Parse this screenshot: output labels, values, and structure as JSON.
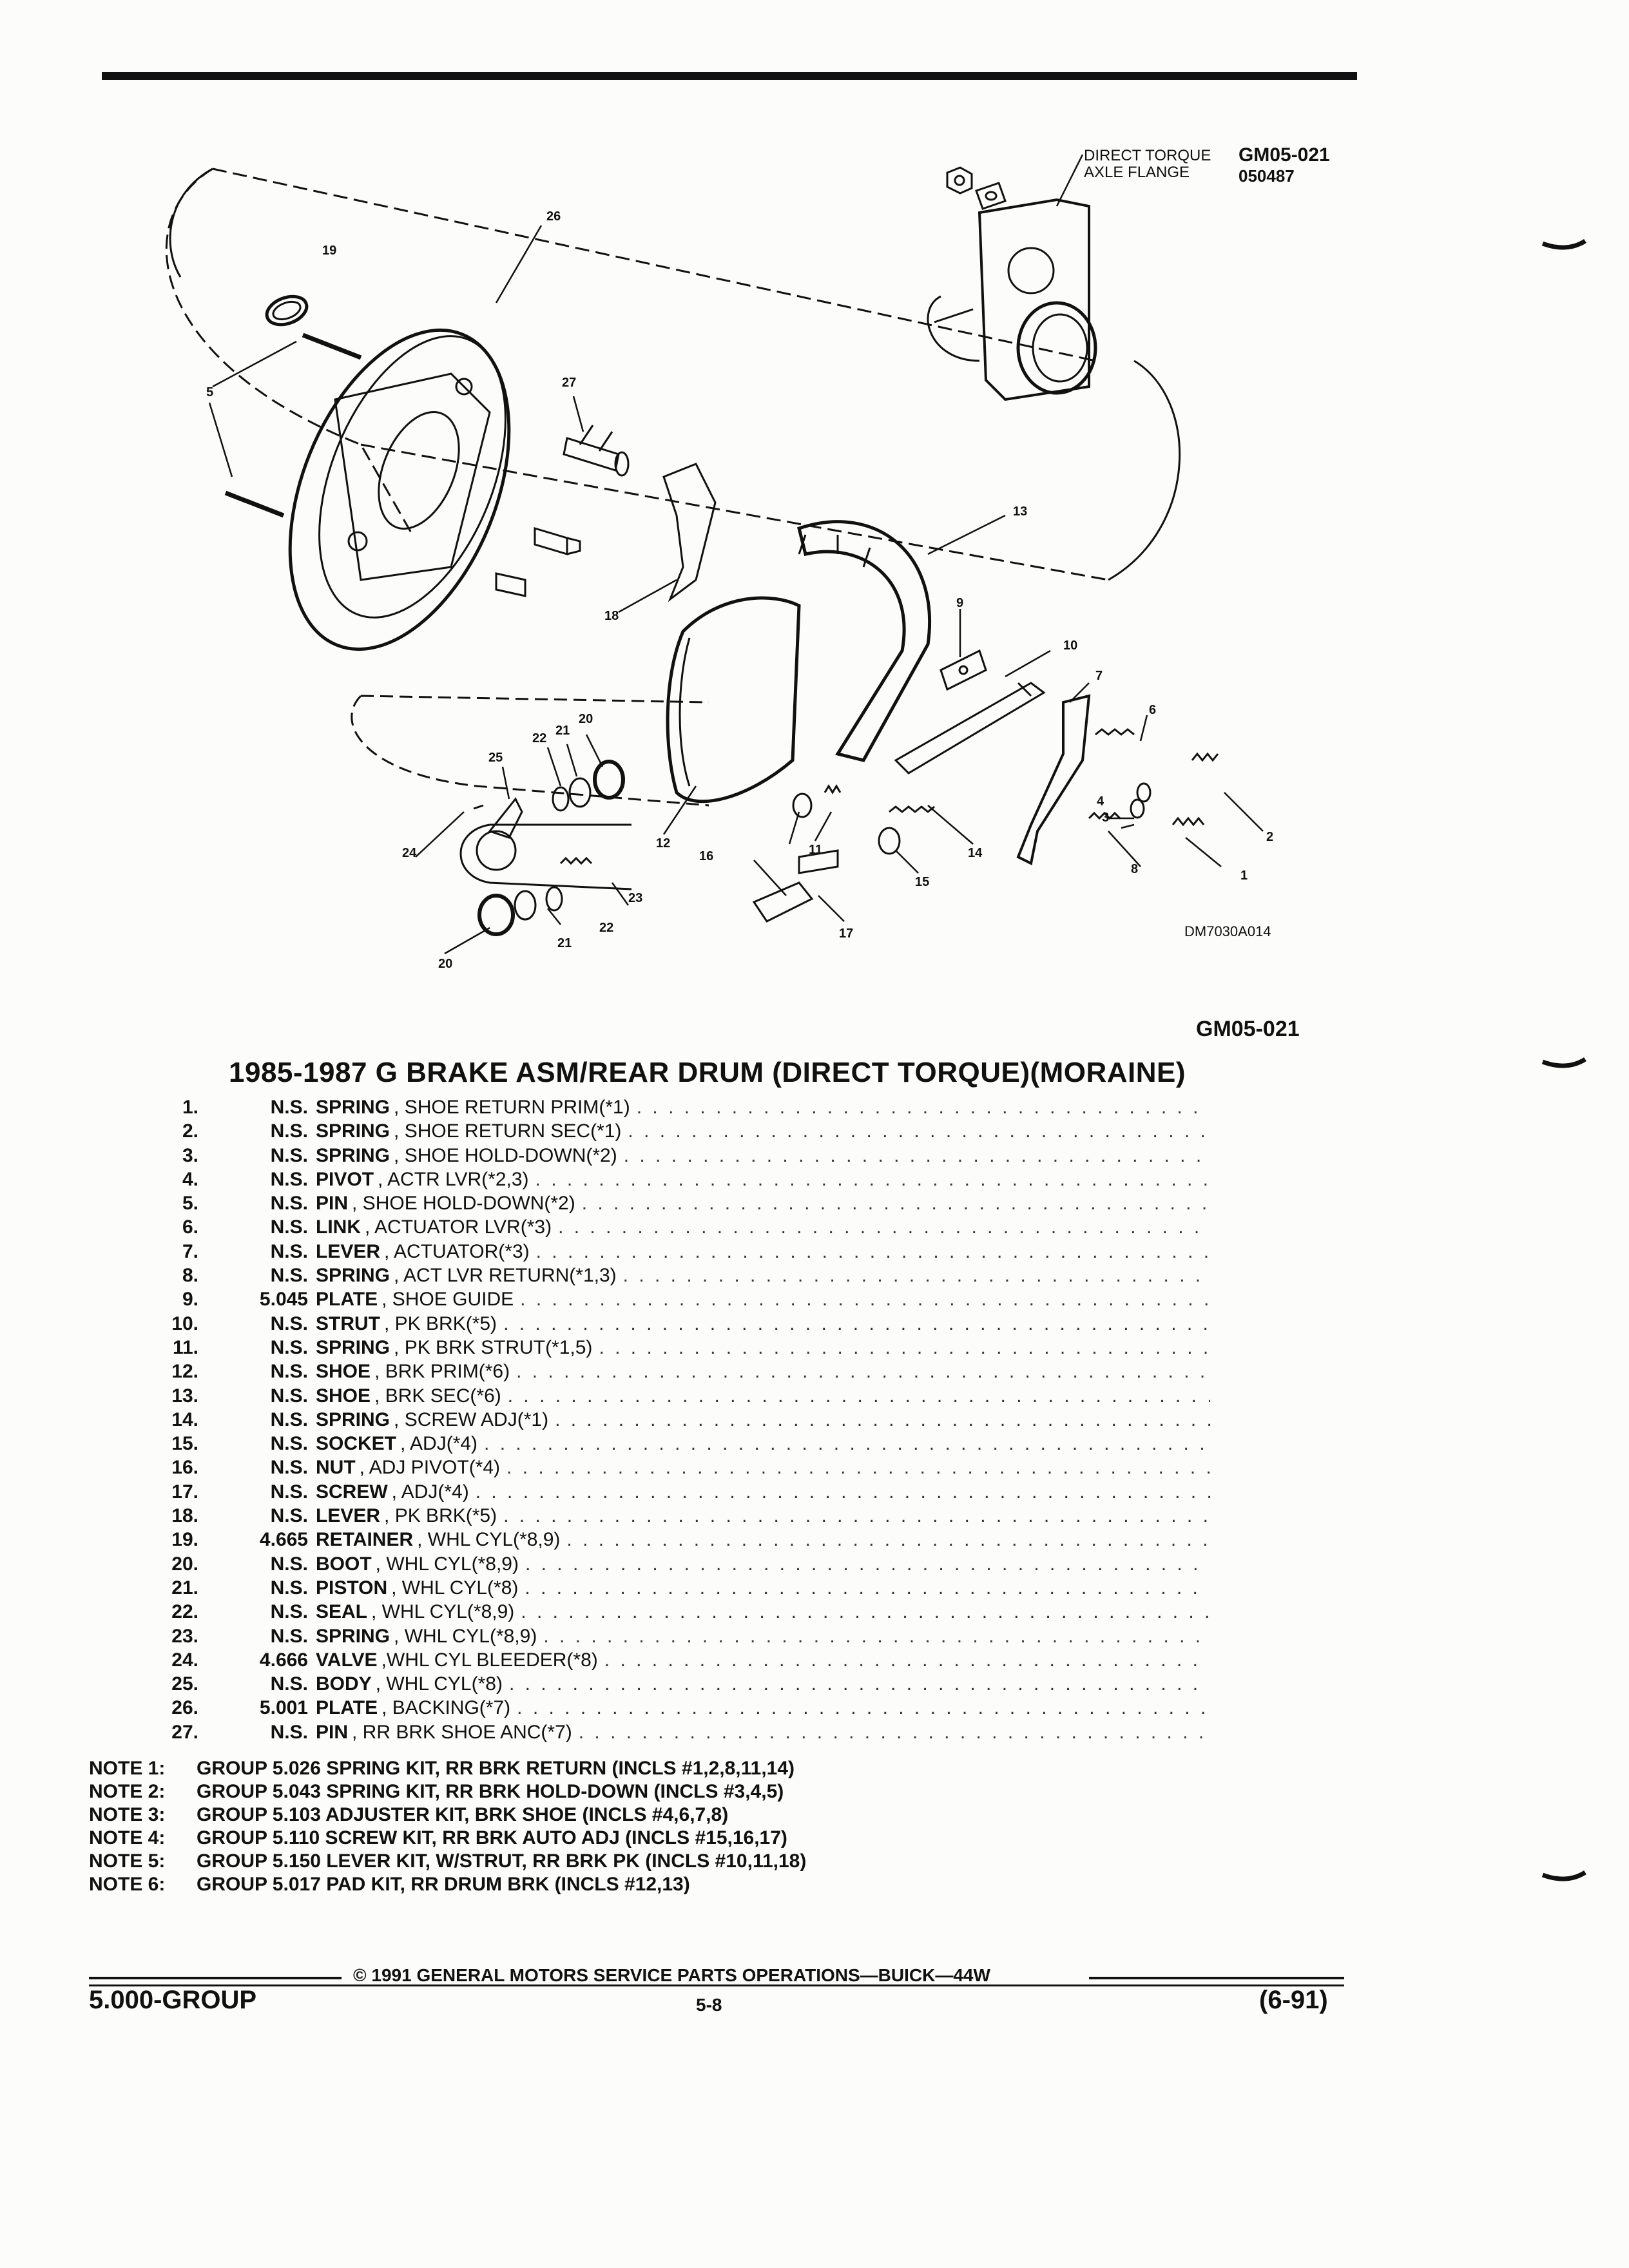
{
  "diagram": {
    "code": "GM05-021",
    "code_date": "050487",
    "flange_caption_line1": "DIRECT TORQUE",
    "flange_caption_line2": "AXLE FLANGE",
    "drawing_id": "DM7030A014",
    "figure_code": "GM05-021",
    "callouts": [
      "1",
      "2",
      "3",
      "4",
      "5",
      "6",
      "7",
      "8",
      "9",
      "10",
      "11",
      "12",
      "13",
      "14",
      "15",
      "16",
      "17",
      "18",
      "19",
      "20",
      "20",
      "21",
      "21",
      "22",
      "22",
      "23",
      "24",
      "25",
      "26",
      "27"
    ]
  },
  "title": "1985-1987 G BRAKE ASM/REAR DRUM (DIRECT TORQUE)(MORAINE)",
  "parts": [
    {
      "num": "1.",
      "code": "N.S.",
      "name": "SPRING",
      "desc": ", SHOE RETURN PRIM(*1)"
    },
    {
      "num": "2.",
      "code": "N.S.",
      "name": "SPRING",
      "desc": ", SHOE RETURN SEC(*1)"
    },
    {
      "num": "3.",
      "code": "N.S.",
      "name": "SPRING",
      "desc": ", SHOE HOLD-DOWN(*2)"
    },
    {
      "num": "4.",
      "code": "N.S.",
      "name": "PIVOT",
      "desc": ", ACTR LVR(*2,3)"
    },
    {
      "num": "5.",
      "code": "N.S.",
      "name": "PIN",
      "desc": ", SHOE HOLD-DOWN(*2)"
    },
    {
      "num": "6.",
      "code": "N.S.",
      "name": "LINK",
      "desc": ", ACTUATOR LVR(*3)"
    },
    {
      "num": "7.",
      "code": "N.S.",
      "name": "LEVER",
      "desc": ", ACTUATOR(*3)"
    },
    {
      "num": "8.",
      "code": "N.S.",
      "name": "SPRING",
      "desc": ", ACT LVR RETURN(*1,3)"
    },
    {
      "num": "9.",
      "code": "5.045",
      "name": "PLATE",
      "desc": ", SHOE GUIDE"
    },
    {
      "num": "10.",
      "code": "N.S.",
      "name": "STRUT",
      "desc": ", PK BRK(*5)"
    },
    {
      "num": "11.",
      "code": "N.S.",
      "name": "SPRING",
      "desc": ", PK BRK STRUT(*1,5)"
    },
    {
      "num": "12.",
      "code": "N.S.",
      "name": "SHOE",
      "desc": ", BRK PRIM(*6)"
    },
    {
      "num": "13.",
      "code": "N.S.",
      "name": "SHOE",
      "desc": ", BRK SEC(*6)"
    },
    {
      "num": "14.",
      "code": "N.S.",
      "name": "SPRING",
      "desc": ", SCREW ADJ(*1)"
    },
    {
      "num": "15.",
      "code": "N.S.",
      "name": "SOCKET",
      "desc": ", ADJ(*4)"
    },
    {
      "num": "16.",
      "code": "N.S.",
      "name": "NUT",
      "desc": ", ADJ PIVOT(*4)"
    },
    {
      "num": "17.",
      "code": "N.S.",
      "name": "SCREW",
      "desc": ", ADJ(*4)"
    },
    {
      "num": "18.",
      "code": "N.S.",
      "name": "LEVER",
      "desc": ", PK BRK(*5)"
    },
    {
      "num": "19.",
      "code": "4.665",
      "name": "RETAINER",
      "desc": ", WHL CYL(*8,9)"
    },
    {
      "num": "20.",
      "code": "N.S.",
      "name": "BOOT",
      "desc": ", WHL CYL(*8,9)"
    },
    {
      "num": "21.",
      "code": "N.S.",
      "name": "PISTON",
      "desc": ", WHL CYL(*8)"
    },
    {
      "num": "22.",
      "code": "N.S.",
      "name": "SEAL",
      "desc": ", WHL CYL(*8,9)"
    },
    {
      "num": "23.",
      "code": "N.S.",
      "name": "SPRING",
      "desc": ", WHL CYL(*8,9)"
    },
    {
      "num": "24.",
      "code": "4.666",
      "name": "VALVE",
      "desc": ",WHL CYL BLEEDER(*8)"
    },
    {
      "num": "25.",
      "code": "N.S.",
      "name": "BODY",
      "desc": ", WHL CYL(*8)"
    },
    {
      "num": "26.",
      "code": "5.001",
      "name": "PLATE",
      "desc": ", BACKING(*7)"
    },
    {
      "num": "27.",
      "code": "N.S.",
      "name": "PIN",
      "desc": ", RR BRK SHOE ANC(*7)"
    }
  ],
  "notes": [
    {
      "label": "NOTE 1:",
      "text": "GROUP 5.026 SPRING KIT, RR BRK RETURN (INCLS #1,2,8,11,14)"
    },
    {
      "label": "NOTE 2:",
      "text": "GROUP 5.043 SPRING KIT, RR BRK HOLD-DOWN (INCLS #3,4,5)"
    },
    {
      "label": "NOTE 3:",
      "text": "GROUP 5.103 ADJUSTER KIT, BRK SHOE (INCLS #4,6,7,8)"
    },
    {
      "label": "NOTE 4:",
      "text": "GROUP 5.110 SCREW KIT, RR BRK AUTO ADJ (INCLS #15,16,17)"
    },
    {
      "label": "NOTE 5:",
      "text": "GROUP 5.150 LEVER KIT, W/STRUT, RR BRK PK (INCLS #10,11,18)"
    },
    {
      "label": "NOTE 6:",
      "text": "GROUP 5.017 PAD KIT, RR DRUM BRK (INCLS #12,13)"
    }
  ],
  "footer": {
    "copyright": "© 1991 GENERAL MOTORS SERVICE PARTS OPERATIONS—BUICK—44W",
    "group": "5.000-GROUP",
    "page": "5-8",
    "date": "(6-91)"
  },
  "dots": ". . . . . . . . . . . . . . . . . . . . . . . . . . . . . . . . . . . . . . . . . . . . . . . . . . . . . . . . . . . . . . . . . . . . . . . . . . . . . . . ."
}
